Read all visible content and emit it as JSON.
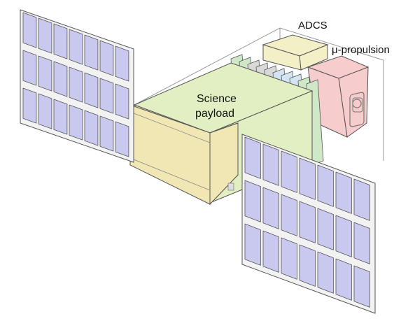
{
  "labels": {
    "adcs": "ADCS",
    "propulsion": "μ-propulsion",
    "payload_line1": "Science",
    "payload_line2": "payload"
  },
  "colors": {
    "panel_cell": "#c9c9f0",
    "panel_frame": "#f2f2f2",
    "outline": "#555555",
    "payload_front": "#f1e7b4",
    "payload_top": "#e2efc3",
    "payload_side": "#ebe7b6",
    "adcs": "#f3efc6",
    "propulsion": "#f7cccc",
    "board_green": "#cfe8c6",
    "board_blue": "#d3e4f2",
    "board_gray": "#d9d9d9",
    "frame_line": "#999999"
  }
}
